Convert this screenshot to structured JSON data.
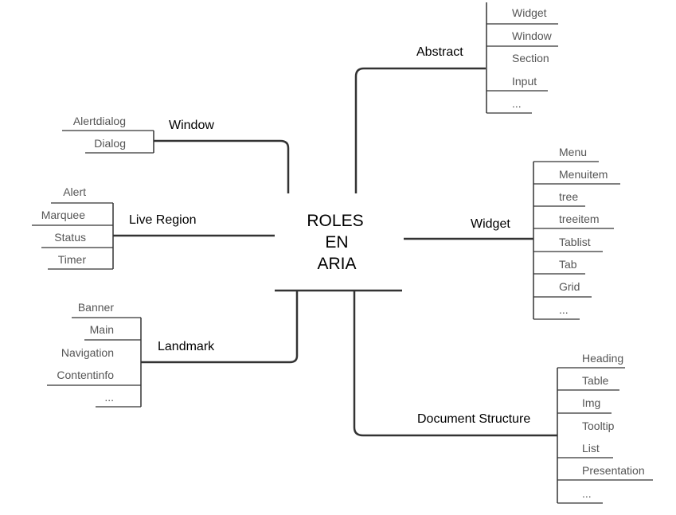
{
  "center": {
    "line1": "ROLES",
    "line2": "EN",
    "line3": "ARIA"
  },
  "branches": {
    "abstract": {
      "label": "Abstract",
      "items": [
        "Widget",
        "Window",
        "Section",
        "Input",
        "..."
      ]
    },
    "window": {
      "label": "Window",
      "items": [
        "Alertdialog",
        "Dialog"
      ]
    },
    "live_region": {
      "label": "Live Region",
      "items": [
        "Alert",
        "Marquee",
        "Status",
        "Timer"
      ]
    },
    "widget": {
      "label": "Widget",
      "items": [
        "Menu",
        "Menuitem",
        "tree",
        "treeitem",
        "Tablist",
        "Tab",
        "Grid",
        "..."
      ]
    },
    "landmark": {
      "label": "Landmark",
      "items": [
        "Banner",
        "Main",
        "Navigation",
        "Contentinfo",
        "..."
      ]
    },
    "document_structure": {
      "label": "Document Structure",
      "items": [
        "Heading",
        "Table",
        "Img",
        "Tooltip",
        "List",
        "Presentation",
        "..."
      ]
    }
  }
}
